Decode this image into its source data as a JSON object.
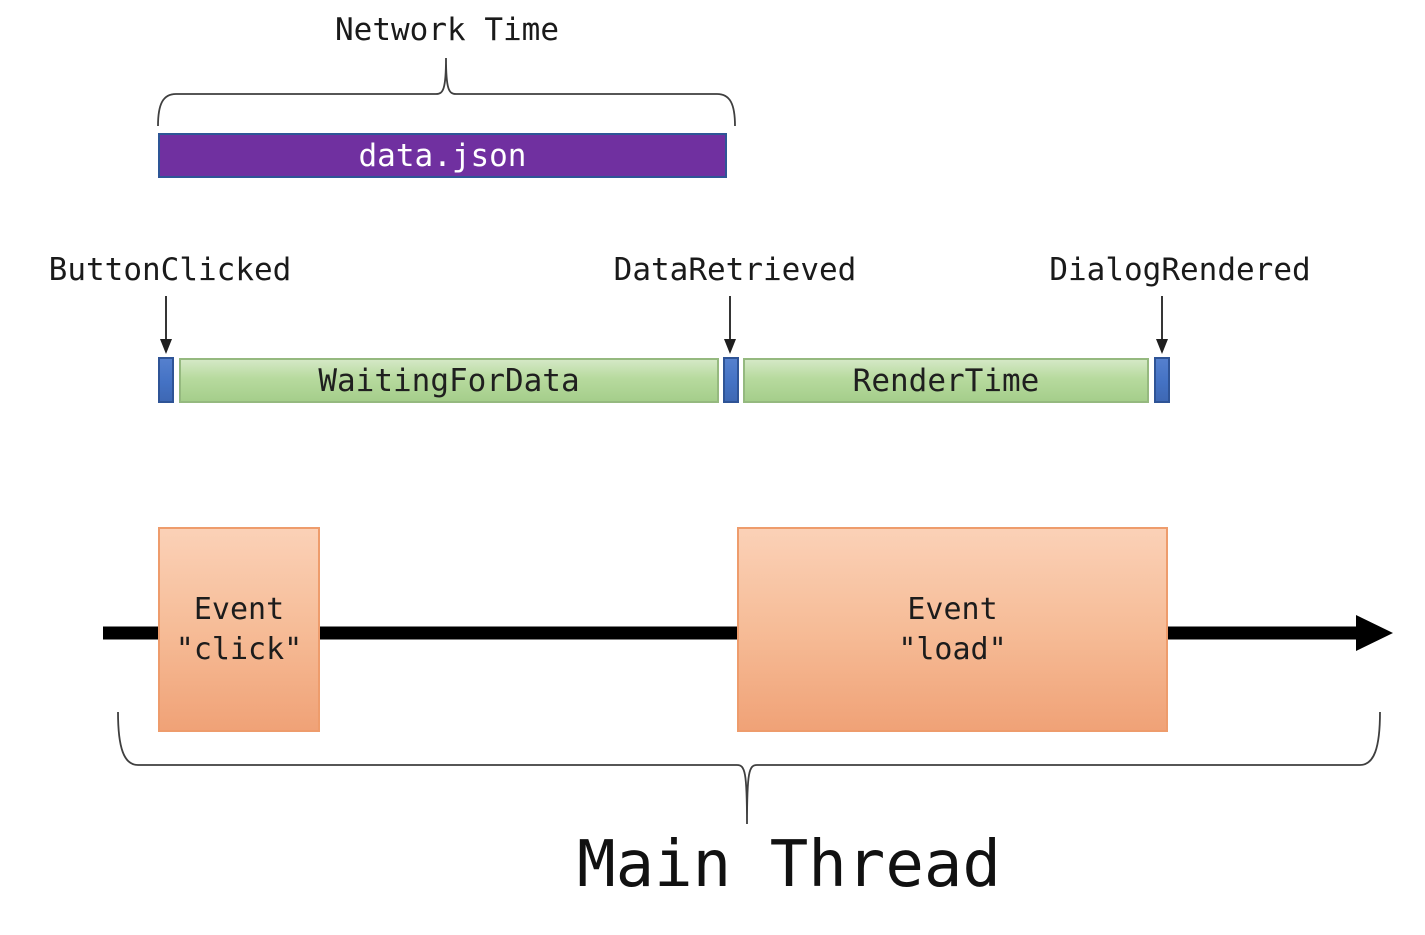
{
  "network": {
    "label": "Network Time",
    "bar_label": "data.json"
  },
  "markers": {
    "button_clicked": {
      "label": "ButtonClicked"
    },
    "data_retrieved": {
      "label": "DataRetrieved"
    },
    "dialog_rendered": {
      "label": "DialogRendered"
    }
  },
  "spans": {
    "waiting_for_data": {
      "label": "WaitingForData"
    },
    "render_time": {
      "label": "RenderTime"
    }
  },
  "main_thread": {
    "label": "Main Thread",
    "event_click": {
      "line1": "Event",
      "line2": "\"click\""
    },
    "event_load": {
      "line1": "Event",
      "line2": "\"load\""
    }
  },
  "colors": {
    "purple_fill": "#7030A0",
    "purple_border": "#2E5596",
    "blue_tick_fill": "#4472C4",
    "blue_tick_border": "#2F5496",
    "green_fill_top": "#D4E8C5",
    "green_fill_bottom": "#A5CE8B",
    "green_border": "#95B97F",
    "orange_fill_top": "#FBD1B7",
    "orange_fill_bottom": "#F0A277",
    "orange_border": "#EE9C6C",
    "timeline_arrow": "#000000",
    "brace_stroke": "#3F3F3F",
    "text": "#1A1A1A"
  }
}
